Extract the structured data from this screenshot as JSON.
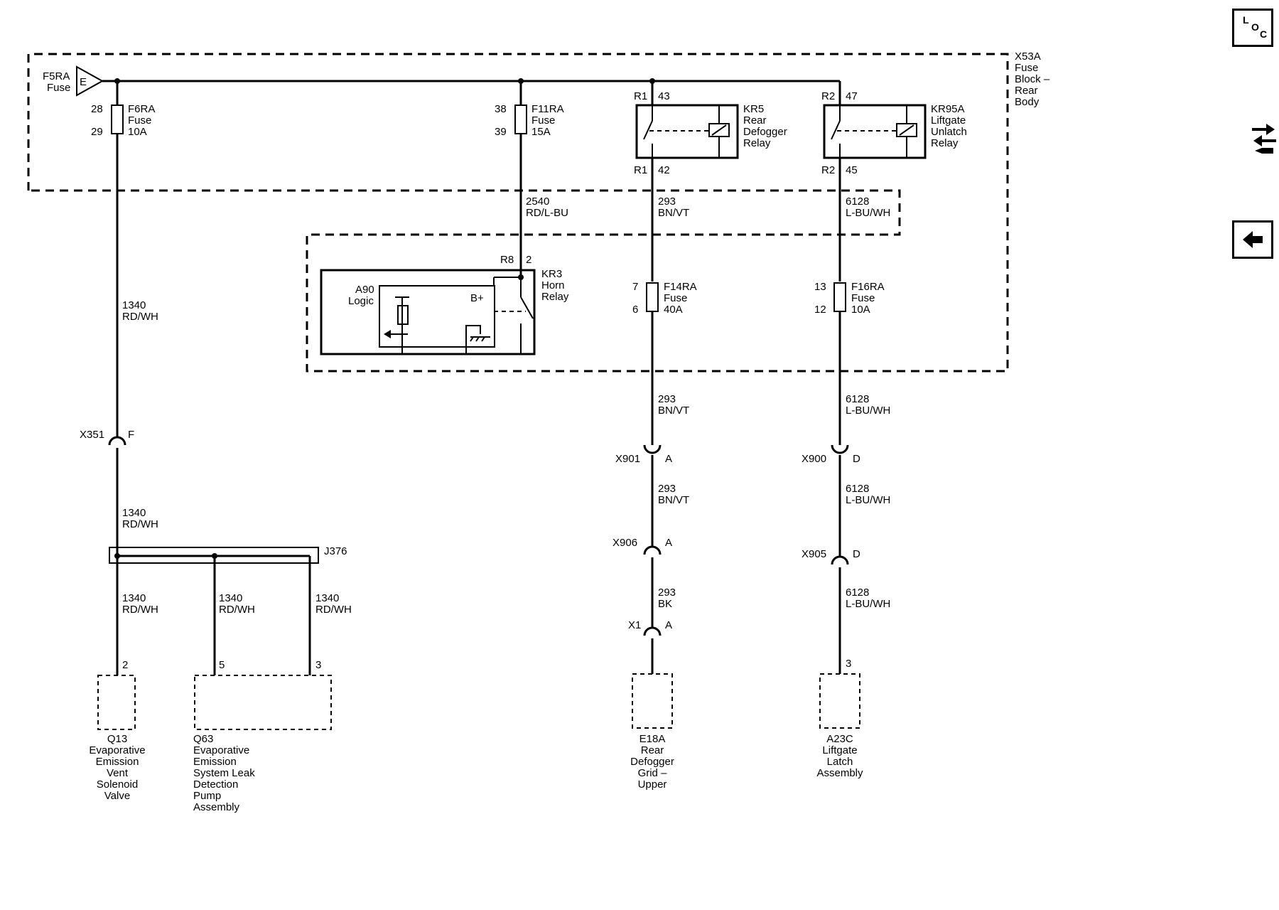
{
  "fuse_block": {
    "id": "X53A",
    "name_lines": [
      "Fuse",
      "Block –",
      "Rear",
      "Body"
    ]
  },
  "feed": {
    "fuse_id": "F5RA",
    "fuse_word": "Fuse",
    "connector_letter": "E"
  },
  "f6ra": {
    "id": "F6RA",
    "word": "Fuse",
    "rating": "10A",
    "pin_in": "28",
    "pin_out": "29"
  },
  "f11ra": {
    "id": "F11RA",
    "word": "Fuse",
    "rating": "15A",
    "pin_in": "38",
    "pin_out": "39"
  },
  "f14ra": {
    "id": "F14RA",
    "word": "Fuse",
    "rating": "40A",
    "pin_in": "7",
    "pin_out": "6"
  },
  "f16ra": {
    "id": "F16RA",
    "word": "Fuse",
    "rating": "10A",
    "pin_in": "13",
    "pin_out": "12"
  },
  "kr5": {
    "id": "KR5",
    "name_lines": [
      "Rear",
      "Defogger",
      "Relay"
    ],
    "top_conn": "R1",
    "top_pin": "43",
    "bot_conn": "R1",
    "bot_pin": "42"
  },
  "kr95a": {
    "id": "KR95A",
    "name_lines": [
      "Liftgate",
      "Unlatch",
      "Relay"
    ],
    "top_conn": "R2",
    "top_pin": "47",
    "bot_conn": "R2",
    "bot_pin": "45"
  },
  "kr3": {
    "id": "KR3",
    "name_lines": [
      "Horn",
      "Relay"
    ],
    "conn": "R8",
    "pin": "2"
  },
  "a90": {
    "id": "A90",
    "name": "Logic",
    "bplus": "B+"
  },
  "wires": {
    "w1340": {
      "circuit": "1340",
      "color": "RD/WH"
    },
    "w2540": {
      "circuit": "2540",
      "color": "RD/L-BU"
    },
    "w293": {
      "circuit": "293",
      "color": "BN/VT"
    },
    "w293bk": {
      "circuit": "293",
      "color": "BK"
    },
    "w6128": {
      "circuit": "6128",
      "color": "L-BU/WH"
    }
  },
  "connectors": {
    "x351": {
      "id": "X351",
      "pin": "F"
    },
    "x901": {
      "id": "X901",
      "pin": "A"
    },
    "x906": {
      "id": "X906",
      "pin": "A"
    },
    "x1": {
      "id": "X1",
      "pin": "A"
    },
    "x900": {
      "id": "X900",
      "pin": "D"
    },
    "x905": {
      "id": "X905",
      "pin": "D"
    }
  },
  "splice": {
    "id": "J376"
  },
  "components": {
    "q13": {
      "pin": "2",
      "lines": [
        "Q13",
        "Evaporative",
        "Emission",
        "Vent",
        "Solenoid",
        "Valve"
      ]
    },
    "q63": {
      "pins": [
        "5",
        "3"
      ],
      "lines": [
        "Q63",
        "Evaporative",
        "Emission",
        "System Leak",
        "Detection",
        "Pump",
        "Assembly"
      ]
    },
    "e18a": {
      "lines": [
        "E18A",
        "Rear",
        "Defogger",
        "Grid –",
        "Upper"
      ]
    },
    "a23c": {
      "pin": "3",
      "lines": [
        "A23C",
        "Liftgate",
        "Latch",
        "Assembly"
      ]
    }
  },
  "side_buttons": {
    "loc": {
      "icon": "location-icon",
      "letters": [
        "L",
        "O",
        "C"
      ]
    },
    "connectors": {
      "icon": "connector-view-icon"
    },
    "back": {
      "icon": "back-arrow-icon"
    }
  }
}
